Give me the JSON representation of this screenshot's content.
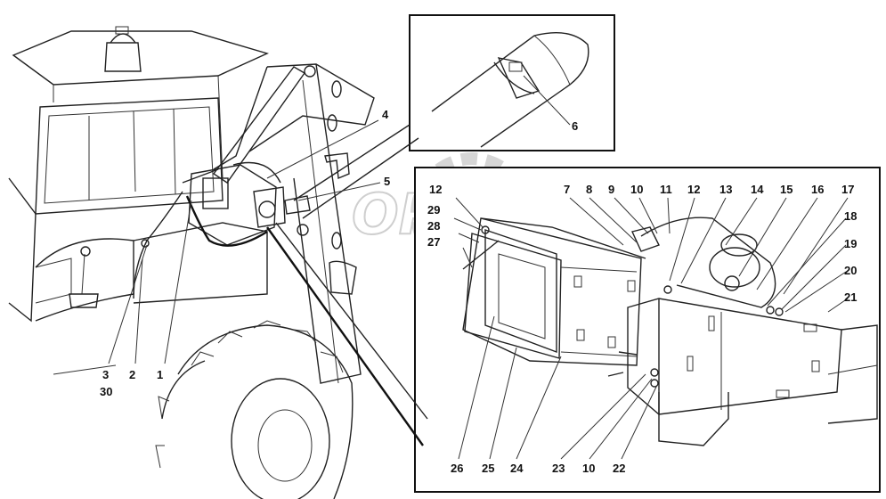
{
  "watermark": "OREX",
  "callouts": {
    "c1": "1",
    "c2": "2",
    "c3": "3",
    "c30": "30",
    "c4": "4",
    "c5": "5",
    "c6": "6",
    "c7": "7",
    "c8": "8",
    "c9": "9",
    "c10a": "10",
    "c10b": "10",
    "c11": "11",
    "c12a": "12",
    "c12b": "12",
    "c13": "13",
    "c14": "14",
    "c15": "15",
    "c16": "16",
    "c17": "17",
    "c18": "18",
    "c19": "19",
    "c20": "20",
    "c21": "21",
    "c22": "22",
    "c23": "23",
    "c24": "24",
    "c25": "25",
    "c26": "26",
    "c27": "27",
    "c28": "28",
    "c29": "29"
  }
}
